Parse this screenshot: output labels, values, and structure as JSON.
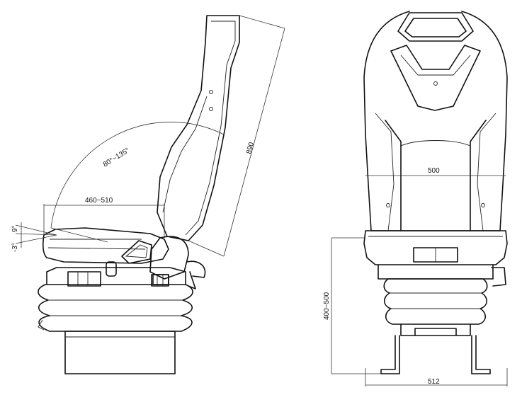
{
  "side_view": {
    "recline_angle": "80°~135°",
    "backrest_length": "890",
    "cushion_depth": "460~510",
    "tilt_up": "9°",
    "tilt_down": "-3°"
  },
  "front_view": {
    "seat_width": "500",
    "base_width": "512",
    "height_range": "400~500"
  }
}
